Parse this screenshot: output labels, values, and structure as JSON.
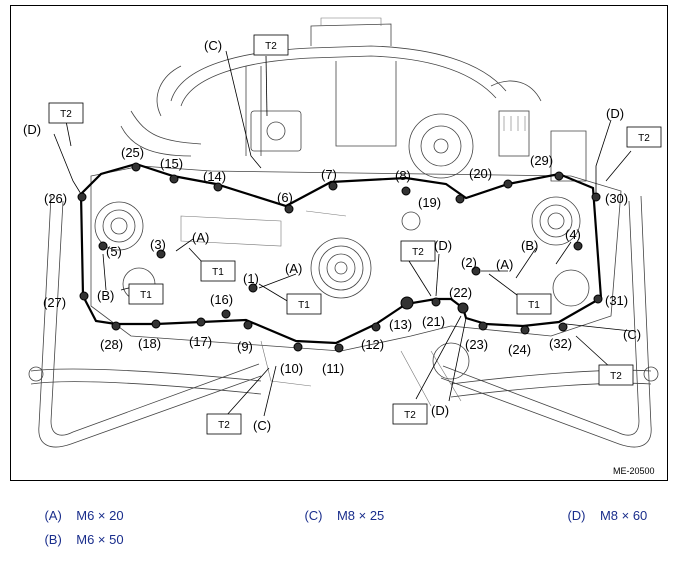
{
  "figure_code": "ME-20500",
  "legend": [
    {
      "key": "(A)",
      "spec": "M6 × 20"
    },
    {
      "key": "(C)",
      "spec": "M8 × 25"
    },
    {
      "key": "(D)",
      "spec": "M8 × 60"
    },
    {
      "key": "(B)",
      "spec": "M6 × 50"
    }
  ],
  "torque_labels": {
    "t1": "T1",
    "t2": "T2"
  },
  "bolt_labels": [
    "(1)",
    "(2)",
    "(3)",
    "(4)",
    "(5)",
    "(6)",
    "(7)",
    "(8)",
    "(9)",
    "(10)",
    "(11)",
    "(12)",
    "(13)",
    "(14)",
    "(15)",
    "(16)",
    "(17)",
    "(18)",
    "(19)",
    "(20)",
    "(21)",
    "(22)",
    "(23)",
    "(24)",
    "(25)",
    "(26)",
    "(27)",
    "(28)",
    "(29)",
    "(30)",
    "(31)",
    "(32)"
  ],
  "type_labels": {
    "a": "(A)",
    "b": "(B)",
    "c": "(C)",
    "d": "(D)"
  }
}
